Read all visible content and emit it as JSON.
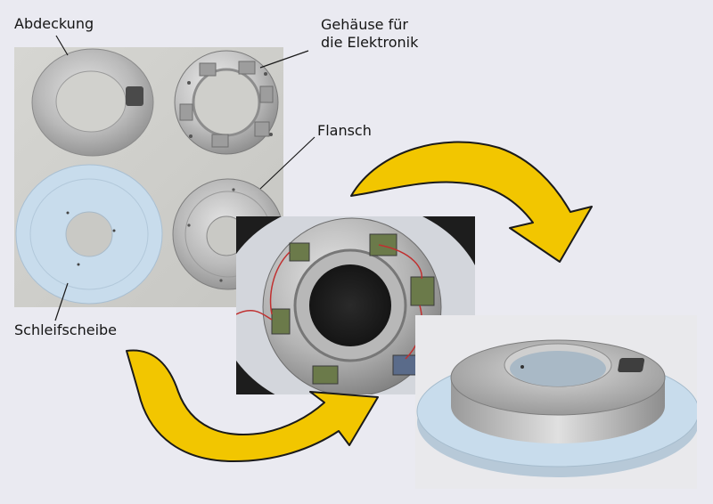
{
  "labels": {
    "cover": "Abdeckung",
    "housing_line1": "Gehäuse für",
    "housing_line2": "die Elektronik",
    "flange": "Flansch",
    "grinding_disc": "Schleifscheibe"
  },
  "colors": {
    "background": "#eaeaf1",
    "arrow_fill": "#f2c600",
    "arrow_stroke": "#1a1a1a",
    "grinding_disc": "#c8dcec",
    "metal": "#c8c8c8"
  }
}
